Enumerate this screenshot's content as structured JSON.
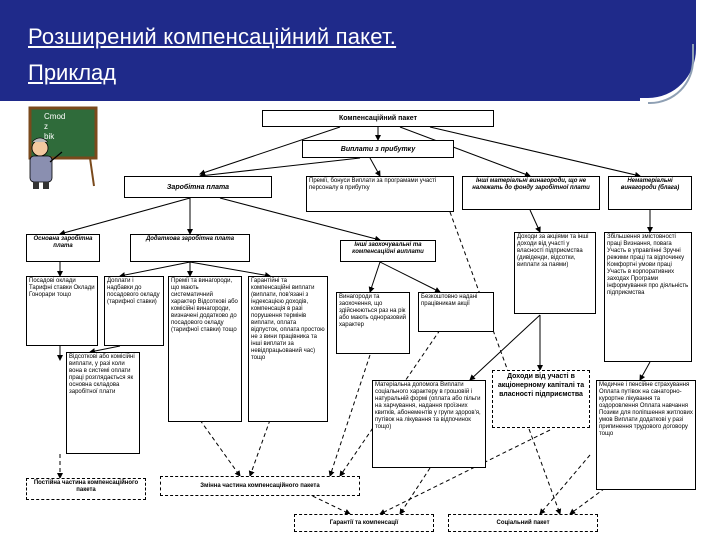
{
  "header": {
    "title_line1": "Розширений компенсаційний пакет.",
    "title_line2": "Приклад"
  },
  "illustration": {
    "board_text": "Cmod\nz\nbik",
    "board_text_lines": [
      "Cmod",
      "z",
      "bik"
    ]
  },
  "nodes": {
    "root": "Компенсаційний пакет",
    "profit_payments": "Виплати з прибутку",
    "earned_pay": "Заробітна плата",
    "bonuses": "Премії, бонуси Виплати за програмами участі персоналу в прибутку",
    "other_material": "Інші матеріальні винагороди, що не належать до фонду заробітної плати",
    "nonmaterial": "Нематеріальні винагороди (блага)",
    "basic_pay": "Основна заробітна плата",
    "additional_pay": "Додаткова заробітна плата",
    "other_incentive": "Інші заохочувальні та компенсаційні виплати",
    "stock_income": "Доходи за акціями та інші доходи від участі у власності підприємства (дивіденди, відсотки, виплати за паями)",
    "nonmaterial_list": "Збільшення змістовності праці Визнання, повага Участь в управлінні Зручні режими праці та відпочинку Комфортні умови праці Участь в корпоративних заходах Програми інформування про діяльність підприємства",
    "salaries": "Посадові оклади Тарифні ставки Оклади Гонорари тощо",
    "surcharges": "Доплати і надбавки до посадового окладу (тарифної ставки)",
    "premiums_systematic": "Премії та винагороди, що мають систематичний характер Відсоткові або комісійні винагороди, визначені додатково до посадового окладу (тарифної ставки) тощо",
    "guarantee_payments": "Гарантійні та компенсаційні виплати (виплати, пов'язані з індексацією доходів, компенсація в разі порушення термінів виплати, оплата відпусток, оплата простою не з вини працівника та інші виплати за невідпрацьований час) тощо",
    "commission_pay": "Відсоткові або комісійні виплати, у разі коли вона в системі оплати праці розглядається як основна складова заробітної плати",
    "one_time_rewards": "Винагороди та заохочення, що здійснюються раз на рік або мають одноразовий характер",
    "free_shares": "Безкоштовно надані працівникам акції",
    "material_help": "Матеріальна допомога Виплати соціального характеру в грошовій і натуральній формі (оплата або пільги на харчування, надання проїзних квитків, абонементів у групи здоров'я, путівок на лікування та відпочинок тощо)",
    "participation_income": "Доходи від участі в акціонерному капіталі та власності підприємства",
    "medical_list": "Медичне і пенсійне страхування Оплата путівок на санаторно-курортне лікування та оздоровлення Оплата навчання Позики для поліпшення житлових умов Виплати додаткові у разі припинення трудового договору тощо",
    "fixed_part": "Постійна частина компенсаційного пакета",
    "variable_part": "Змінна частина компенсаційного пакета",
    "guarantees": "Гарантії та компенсації",
    "social_package": "Соціальний пакет"
  }
}
